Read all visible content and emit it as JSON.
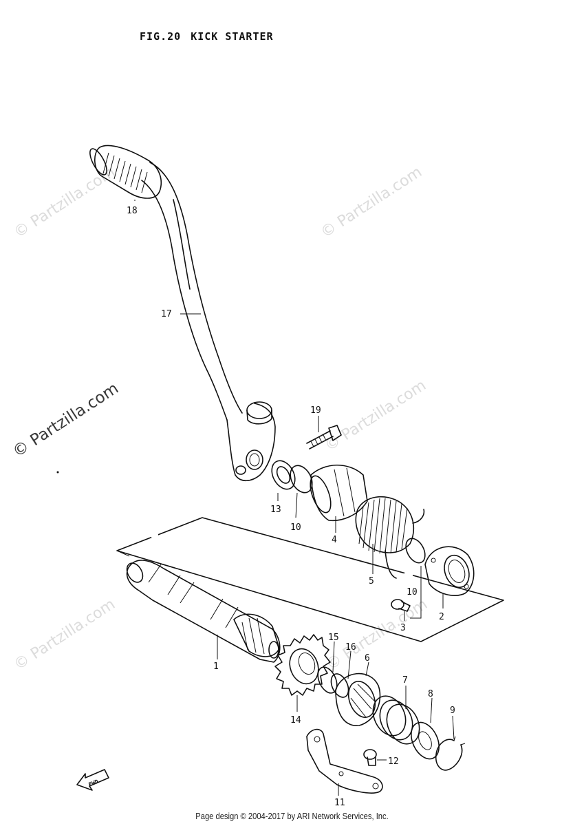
{
  "figure": {
    "number": "FIG.20",
    "name": "KICK STARTER"
  },
  "watermark": "© Partzilla.com",
  "footer": "Page design © 2004-2017 by ARI Network Services, Inc.",
  "fwd_label": "FWD",
  "callouts": [
    {
      "id": "18",
      "label": "18"
    },
    {
      "id": "17",
      "label": "17"
    },
    {
      "id": "19",
      "label": "19"
    },
    {
      "id": "13",
      "label": "13"
    },
    {
      "id": "10a",
      "label": "10"
    },
    {
      "id": "4",
      "label": "4"
    },
    {
      "id": "5",
      "label": "5"
    },
    {
      "id": "10b",
      "label": "10"
    },
    {
      "id": "2",
      "label": "2"
    },
    {
      "id": "3",
      "label": "3"
    },
    {
      "id": "1",
      "label": "1"
    },
    {
      "id": "15",
      "label": "15"
    },
    {
      "id": "16",
      "label": "16"
    },
    {
      "id": "6",
      "label": "6"
    },
    {
      "id": "14",
      "label": "14"
    },
    {
      "id": "7",
      "label": "7"
    },
    {
      "id": "8",
      "label": "8"
    },
    {
      "id": "9",
      "label": "9"
    },
    {
      "id": "12",
      "label": "12"
    },
    {
      "id": "11",
      "label": "11"
    }
  ]
}
